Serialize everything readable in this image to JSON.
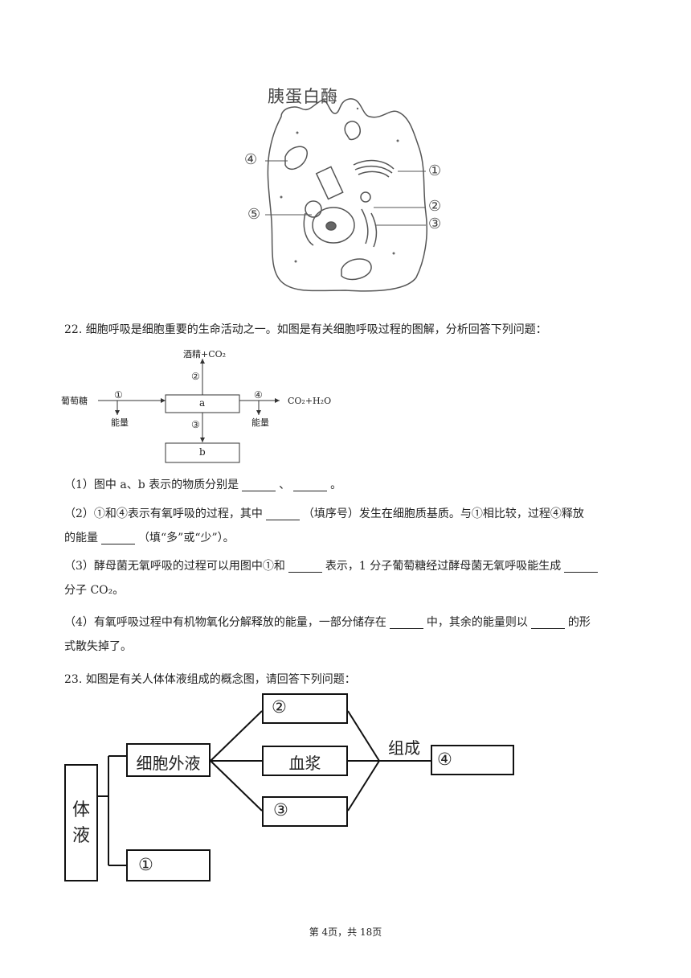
{
  "cell_figure": {
    "top_label": "胰蛋白酶",
    "labels": [
      "①",
      "②",
      "③",
      "④",
      "⑤"
    ]
  },
  "q22": {
    "stem": "22. 细胞呼吸是细胞重要的生命活动之一。如图是有关细胞呼吸过程的图解，分析回答下列问题：",
    "diagram": {
      "glucose": "葡萄糖",
      "a": "a",
      "b": "b",
      "top_product": "酒精+CO₂",
      "right_product": "CO₂+H₂O",
      "energy": "能量",
      "step1": "①",
      "step2": "②",
      "step3": "③",
      "step4": "④"
    },
    "sub1_a": "（1）图中 a、b 表示的物质分别是",
    "sub1_b": "、",
    "sub1_c": "。",
    "sub2_a": "（2）①和④表示有氧呼吸的过程，其中",
    "sub2_b": "（填序号）发生在细胞质基质。与①相比较，过程④释放",
    "sub2_c": "的能量",
    "sub2_d": "（填“多”或“少”）。",
    "sub3_a": "（3）酵母菌无氧呼吸的过程可以用图中①和",
    "sub3_b": "表示，1 分子葡萄糖经过酵母菌无氧呼吸能生成",
    "sub3_c": "分子 CO₂。",
    "sub4_a": "（4）有氧呼吸过程中有机物氧化分解释放的能量，一部分储存在",
    "sub4_b": "中，其余的能量则以",
    "sub4_c": "的形",
    "sub4_d": "式散失掉了。"
  },
  "q23": {
    "stem": "23. 如图是有关人体体液组成的概念图，请回答下列问题：",
    "diagram": {
      "body_fluid": "体液",
      "extracellular": "细胞外液",
      "plasma": "血浆",
      "compose": "组成",
      "n1": "①",
      "n2": "②",
      "n3": "③",
      "n4": "④"
    }
  },
  "footer": "第 4页，共 18页"
}
